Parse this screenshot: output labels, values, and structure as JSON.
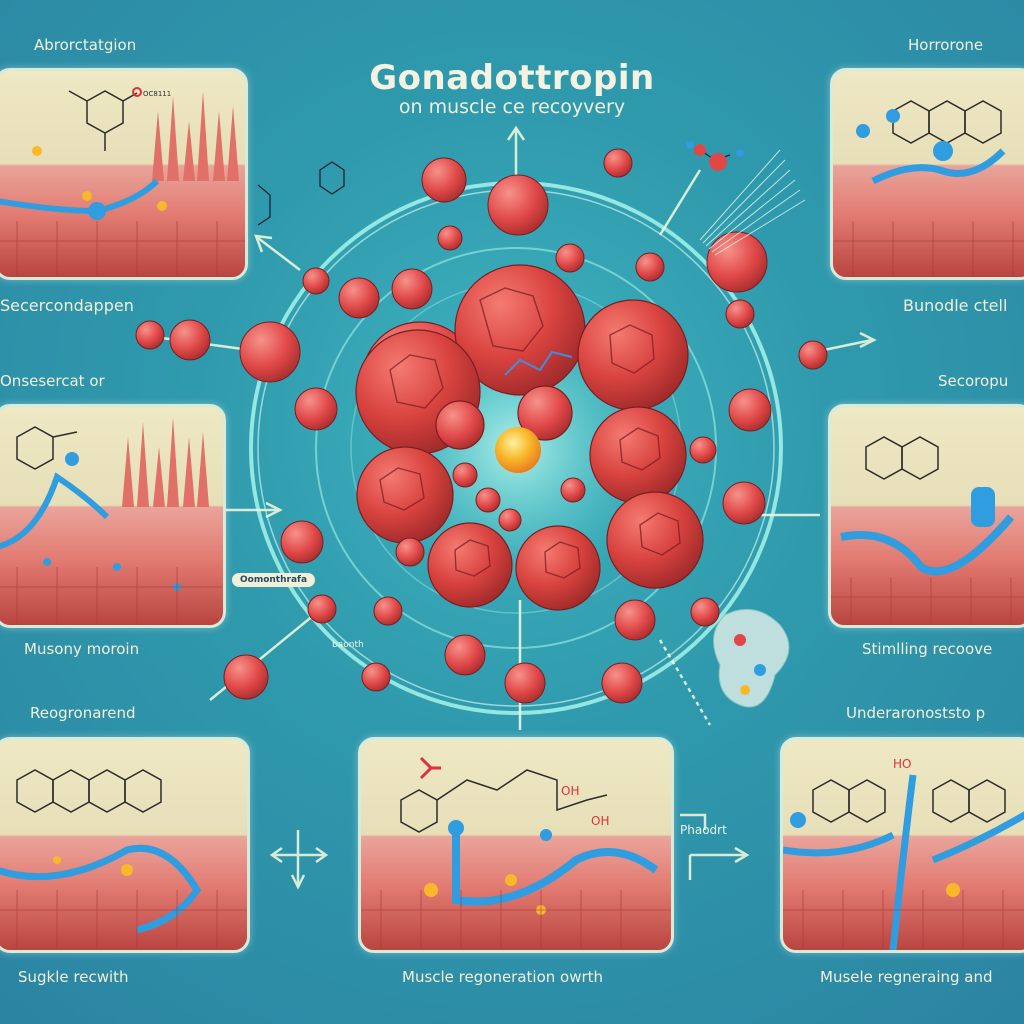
{
  "header": {
    "title": "Gonadottropin",
    "subtitle": "on muscle ce recoyvery"
  },
  "labels": {
    "top_left": "Abrorctatgion",
    "top_right": "Horrorone",
    "left_upper": "Secercondappen",
    "right_upper": "Bunodle ctell",
    "left_mid": "Onsesercat or",
    "right_mid": "Secoropu",
    "left_lower": "Musony moroin",
    "right_lower": "Stimlling recoove",
    "left_bottom_heading": "Reogronarend",
    "right_bottom_heading": "Underaronoststo p",
    "bottom_left": "Sugkle recwith",
    "bottom_center": "Muscle regoneration owrth",
    "bottom_right": "Musele regneraing and",
    "inline_tag": "Oomonthrafa",
    "inline_small": "baonth",
    "arrow_label": "Phaodrt"
  },
  "chem_labels": {
    "panel_tl": "OC8111",
    "panel_center_oh1": "OH",
    "panel_center_oh2": "OH",
    "panel_br": "HO"
  },
  "colors": {
    "background": "#2f9aad",
    "cell_red": "#e04848",
    "core_yellow": "#f8b82a",
    "fiber_blue": "#2f9de0",
    "panel_cream": "#eee8c4",
    "text_light": "#f2f0dc",
    "ring_glow": "#9ef0e6"
  }
}
